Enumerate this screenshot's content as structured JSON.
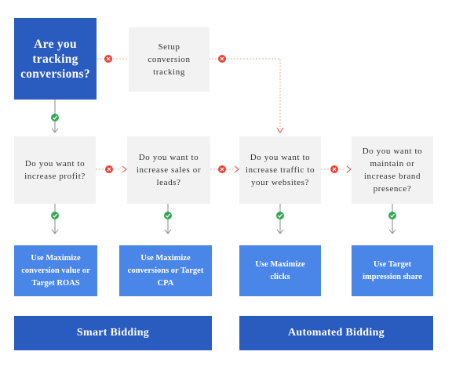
{
  "start": {
    "label": "Are you tracking conversions?"
  },
  "setup": {
    "label": "Setup conversion tracking"
  },
  "questions": [
    "Do you want to increase profit?",
    "Do you want to increase sales or leads?",
    "Do you want to increase traffic to your websites?",
    "Do you want to maintain or increase brand presence?"
  ],
  "results": [
    "Use Maximize conversion value or Target ROAS",
    "Use Maximize conversions or Target CPA",
    "Use Maximize clicks",
    "Use Target impression share"
  ],
  "groups": {
    "smart": "Smart Bidding",
    "automated": "Automated Bidding"
  },
  "colors": {
    "primary": "#2a5bbf",
    "result": "#4a86e8",
    "question_bg": "#f2f2f2",
    "yes": "#34a853",
    "no": "#ea4335",
    "connector": "#888888"
  },
  "icons": {
    "yes": "check-icon",
    "no": "x-icon"
  }
}
